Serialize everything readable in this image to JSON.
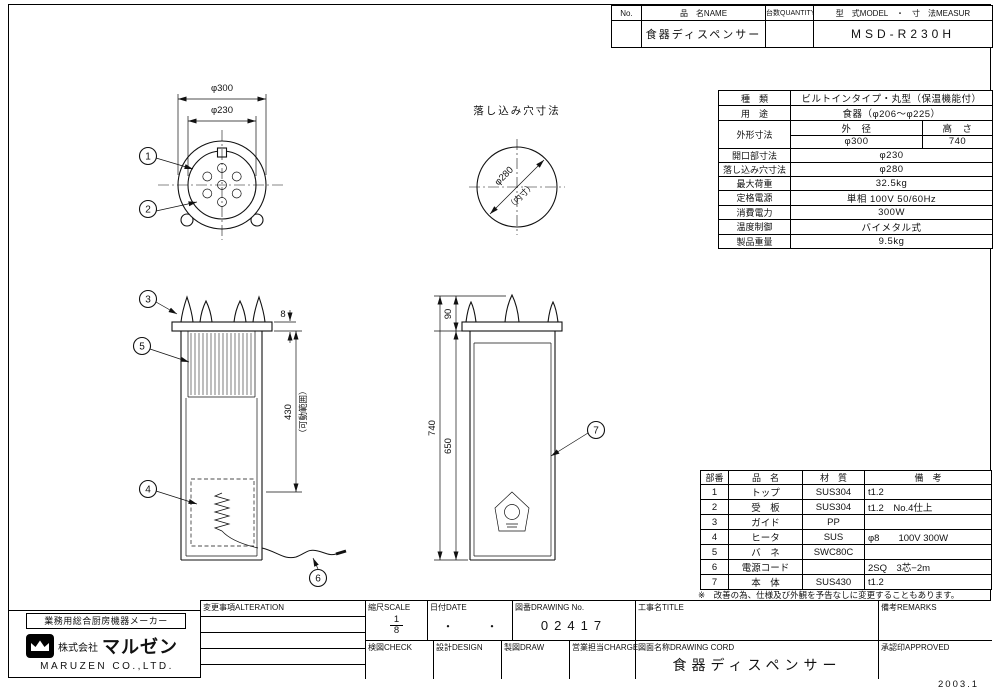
{
  "page": {
    "date_note": "2003.1"
  },
  "title_block": {
    "no_label": "No.",
    "name_label": "品　名NAME",
    "name_value": "食器ディスペンサー",
    "qty_label": "台数QUANTITY",
    "model_label": "型　式MODEL　・　寸　法MEASUR",
    "model_value": "MSD-R230H"
  },
  "spec": {
    "rows": [
      {
        "label": "種　類",
        "value": "ビルトインタイプ・丸型（保温機能付）"
      },
      {
        "label": "用　途",
        "value": "食器（φ206〜φ225）"
      },
      {
        "label": "外形寸法",
        "sub1": "外　径",
        "sub2": "高　さ",
        "val1": "φ300",
        "val2": "740"
      },
      {
        "label": "開口部寸法",
        "value": "φ230"
      },
      {
        "label": "落し込み穴寸法",
        "value": "φ280"
      },
      {
        "label": "最大荷重",
        "value": "32.5kg"
      },
      {
        "label": "定格電源",
        "value": "単相 100V 50/60Hz"
      },
      {
        "label": "消費電力",
        "value": "300W"
      },
      {
        "label": "温度制御",
        "value": "バイメタル式"
      },
      {
        "label": "製品重量",
        "value": "9.5kg"
      }
    ]
  },
  "parts": {
    "headers": [
      "部番",
      "品　名",
      "材　質",
      "備　考"
    ],
    "rows": [
      [
        "1",
        "トップ",
        "SUS304",
        "t1.2"
      ],
      [
        "2",
        "受　板",
        "SUS304",
        "t1.2　No.4仕上"
      ],
      [
        "3",
        "ガイド",
        "PP",
        ""
      ],
      [
        "4",
        "ヒータ",
        "SUS",
        "φ8　　100V 300W"
      ],
      [
        "5",
        "バ　ネ",
        "SWC80C",
        ""
      ],
      [
        "6",
        "電源コード",
        "",
        "2SQ　3芯−2m"
      ],
      [
        "7",
        "本　体",
        "SUS430",
        "t1.2"
      ]
    ],
    "note": "※　改善の為、仕様及び外観を予告なしに変更することもあります。"
  },
  "bottom_block": {
    "alteration_label": "変更事項ALTERATION",
    "scale_label": "縮尺SCALE",
    "scale_num": "1",
    "scale_den": "8",
    "date_label": "日付DATE",
    "date_value": "・　　　・",
    "drawing_no_label": "図番DRAWING No.",
    "drawing_no_value": "02417",
    "title_label": "工事名TITLE",
    "remarks_label": "備考REMARKS",
    "check_label": "検図CHECK",
    "design_label": "設計DESIGN",
    "draw_label": "製図DRAW",
    "charge_label": "営業担当CHARGE",
    "drawing_name_label": "図面名称DRAWING CORD",
    "drawing_name_value": "食器ディスペンサー",
    "approved_label": "承認印APPROVED"
  },
  "company": {
    "tagline": "業務用総合厨房機器メーカー",
    "name_prefix": "株式会社",
    "name": "マルゼン",
    "name_en": "MARUZEN CO.,LTD."
  },
  "drawing": {
    "hole_view_title": "落し込み穴寸法",
    "dims": {
      "outer": "φ300",
      "opening": "φ230",
      "hole": "φ280",
      "hole_note": "（内寸）",
      "plate": "8",
      "range": "430",
      "range_note": "（可動範囲）",
      "total": "740",
      "body": "650",
      "guide": "90"
    },
    "callouts": {
      "c1": "1",
      "c2": "2",
      "c3": "3",
      "c4": "4",
      "c5": "5",
      "c6": "6",
      "c7": "7"
    }
  }
}
